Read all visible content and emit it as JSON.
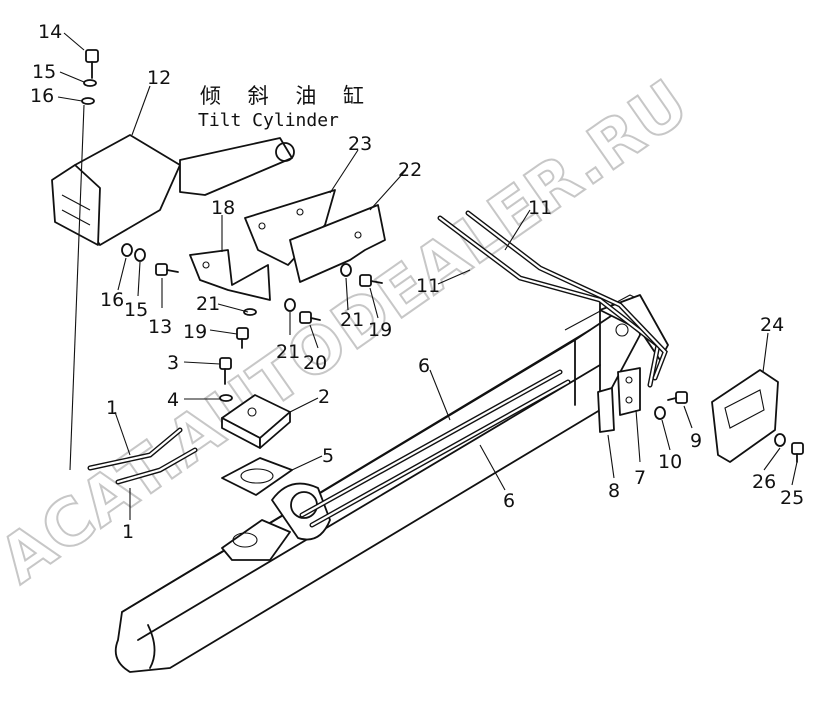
{
  "title": {
    "chinese": "倾 斜 油 缸",
    "english": "Tilt Cylinder"
  },
  "watermark": "ACAT.AUTODEALER.RU",
  "callouts": [
    "14",
    "15",
    "16",
    "12",
    "23",
    "22",
    "18",
    "11",
    "11",
    "16",
    "15",
    "13",
    "21",
    "21",
    "19",
    "19",
    "21",
    "20",
    "3",
    "4",
    "2",
    "1",
    "1",
    "5",
    "6",
    "6",
    "24",
    "9",
    "10",
    "7",
    "8",
    "26",
    "25"
  ]
}
